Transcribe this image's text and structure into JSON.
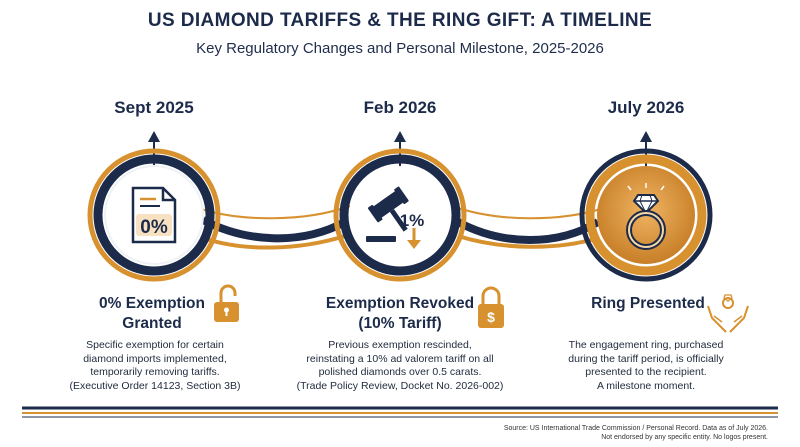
{
  "header": {
    "title": "US DIAMOND TARIFFS & THE RING GIFT: A TIMELINE",
    "subtitle": "Key Regulatory Changes and Personal Milestone, 2025-2026"
  },
  "milestones": [
    {
      "date": "Sept 2025",
      "icon_text": "0%",
      "title_line1": "0% Exemption",
      "title_line2": "Granted",
      "desc": [
        "Specific exemption for certain",
        "diamond imports implemented,",
        "temporarily removing tariffs.",
        "(Executive Order 14123, Section 3B)"
      ],
      "badge_icon": "unlocked-padlock-icon"
    },
    {
      "date": "Feb 2026",
      "icon_text": "1%",
      "title_line1": "Exemption Revoked",
      "title_line2": "(10% Tariff)",
      "desc": [
        "Previous exemption rescinded,",
        "reinstating a 10% ad valorem tariff on all",
        "polished diamonds over 0.5 carats.",
        "(Trade Policy Review, Docket No. 2026-002)"
      ],
      "badge_icon": "dollar-padlock-icon"
    },
    {
      "date": "July 2026",
      "title_line1": "Ring Presented",
      "title_line2": "",
      "desc": [
        "The engagement ring, purchased",
        "during the tariff period, is officially",
        "presented to the recipient.",
        "A milestone moment."
      ],
      "badge_icon": "hands-ring-icon"
    }
  ],
  "footer": {
    "line1": "Source: US International Trade Commission / Personal Record. Data as of July 2026.",
    "line2": "Not endorsed by any specific entity. No logos present."
  },
  "colors": {
    "navy": "#1c2b4a",
    "gold": "#d7912f",
    "light_gold": "#f3c98c"
  }
}
